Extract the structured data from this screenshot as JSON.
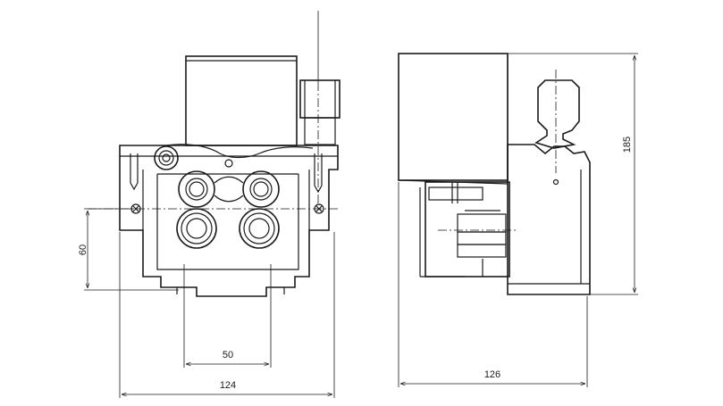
{
  "drawing": {
    "front_view": {
      "dim_height": "60",
      "dim_roller_spacing": "50",
      "dim_width": "124"
    },
    "side_view": {
      "dim_height": "185",
      "dim_width": "126"
    }
  }
}
